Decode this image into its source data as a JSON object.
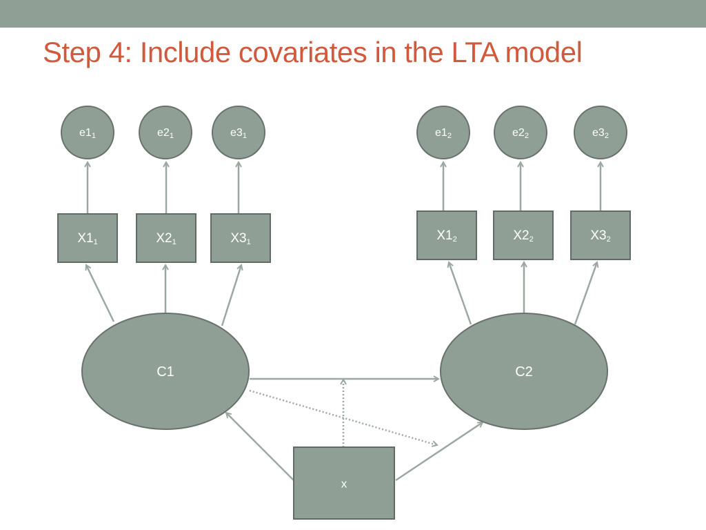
{
  "slide": {
    "title": "Step 4: Include covariates in the LTA model"
  },
  "diagram": {
    "errors_time1": [
      {
        "main": "e1",
        "sub": "1"
      },
      {
        "main": "e2",
        "sub": "1"
      },
      {
        "main": "e3",
        "sub": "1"
      }
    ],
    "errors_time2": [
      {
        "main": "e1",
        "sub": "2"
      },
      {
        "main": "e2",
        "sub": "2"
      },
      {
        "main": "e3",
        "sub": "2"
      }
    ],
    "indicators_time1": [
      {
        "main": "X1",
        "sub": "1"
      },
      {
        "main": "X2",
        "sub": "1"
      },
      {
        "main": "X3",
        "sub": "1"
      }
    ],
    "indicators_time2": [
      {
        "main": "X1",
        "sub": "2"
      },
      {
        "main": "X2",
        "sub": "2"
      },
      {
        "main": "X3",
        "sub": "2"
      }
    ],
    "latent_time1": "C1",
    "latent_time2": "C2",
    "covariate": "x"
  },
  "colors": {
    "top_bar": "#909f95",
    "title": "#d25a3c",
    "node_fill": "#909f95",
    "node_stroke": "#66726b",
    "arrow": "#9aa8a0"
  }
}
